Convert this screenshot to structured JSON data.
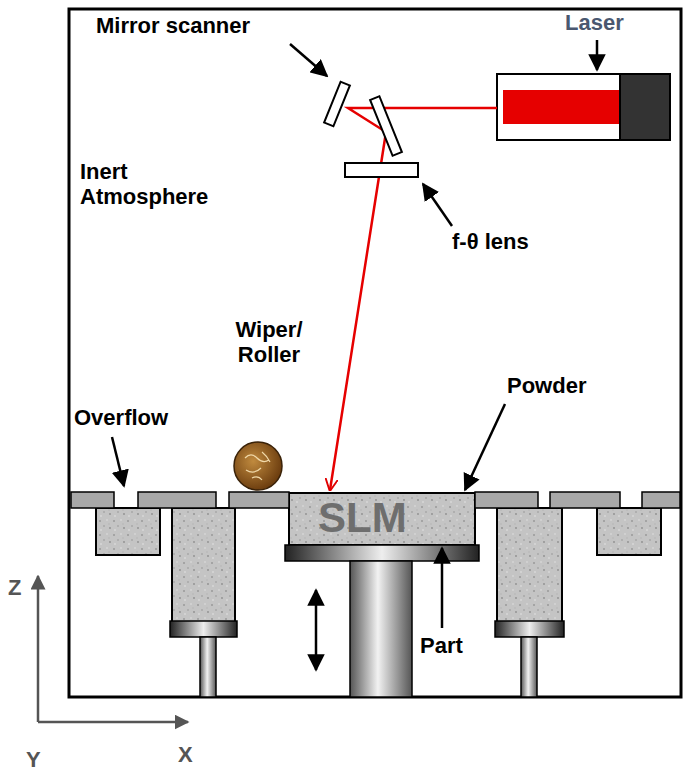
{
  "diagram": {
    "labels": [
      "Mirror scanner",
      "Laser",
      "Inert Atmosphere",
      "f-θ lens",
      "Wiper/ Roller",
      "Overflow",
      "Powder",
      "SLM",
      "Part",
      "Z",
      "Y",
      "X"
    ]
  }
}
